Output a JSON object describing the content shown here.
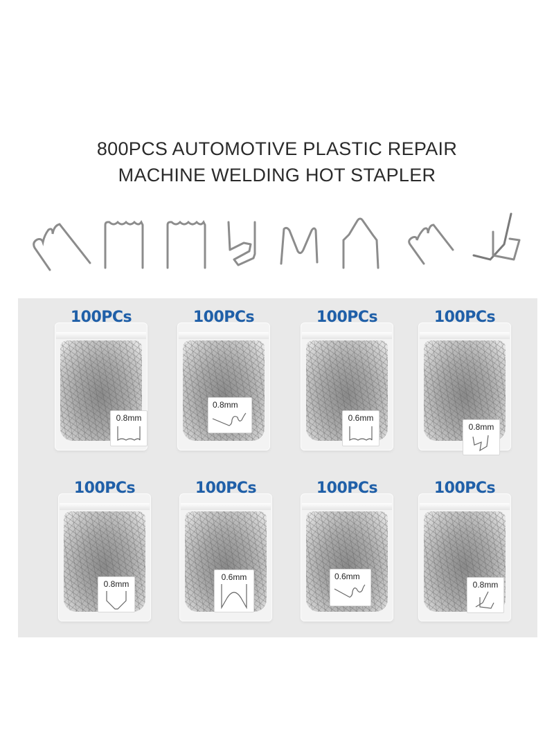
{
  "title": {
    "line1": "800PCS AUTOMOTIVE PLASTIC REPAIR",
    "line2": "MACHINE WELDING HOT STAPLER"
  },
  "staple_types": [
    {
      "shape": "wave-corner-staple"
    },
    {
      "shape": "flat-wave-staple"
    },
    {
      "shape": "flat-wave-staple"
    },
    {
      "shape": "s-corner-staple"
    },
    {
      "shape": "m-staple"
    },
    {
      "shape": "inverted-v-staple"
    },
    {
      "shape": "wave-corner-staple"
    },
    {
      "shape": "inside-corner-staple"
    }
  ],
  "panel": {
    "background": "#e9e9e9"
  },
  "bags": [
    {
      "count": "100PCs",
      "size": "0.8mm",
      "shape": "flat-wave"
    },
    {
      "count": "100PCs",
      "size": "0.8mm",
      "shape": "s-corner"
    },
    {
      "count": "100PCs",
      "size": "0.6mm",
      "shape": "flat-wave"
    },
    {
      "count": "100PCs",
      "size": "0.8mm",
      "shape": "wave-corner"
    },
    {
      "count": "100PCs",
      "size": "0.8mm",
      "shape": "v"
    },
    {
      "count": "100PCs",
      "size": "0.6mm",
      "shape": "inverted-v"
    },
    {
      "count": "100PCs",
      "size": "0.6mm",
      "shape": "s-corner"
    },
    {
      "count": "100PCs",
      "size": "0.8mm",
      "shape": "inside-corner"
    }
  ],
  "colors": {
    "count_text": "#1f5fa8",
    "title_text": "#2a2a2a",
    "wire": "#8c8c8c"
  }
}
